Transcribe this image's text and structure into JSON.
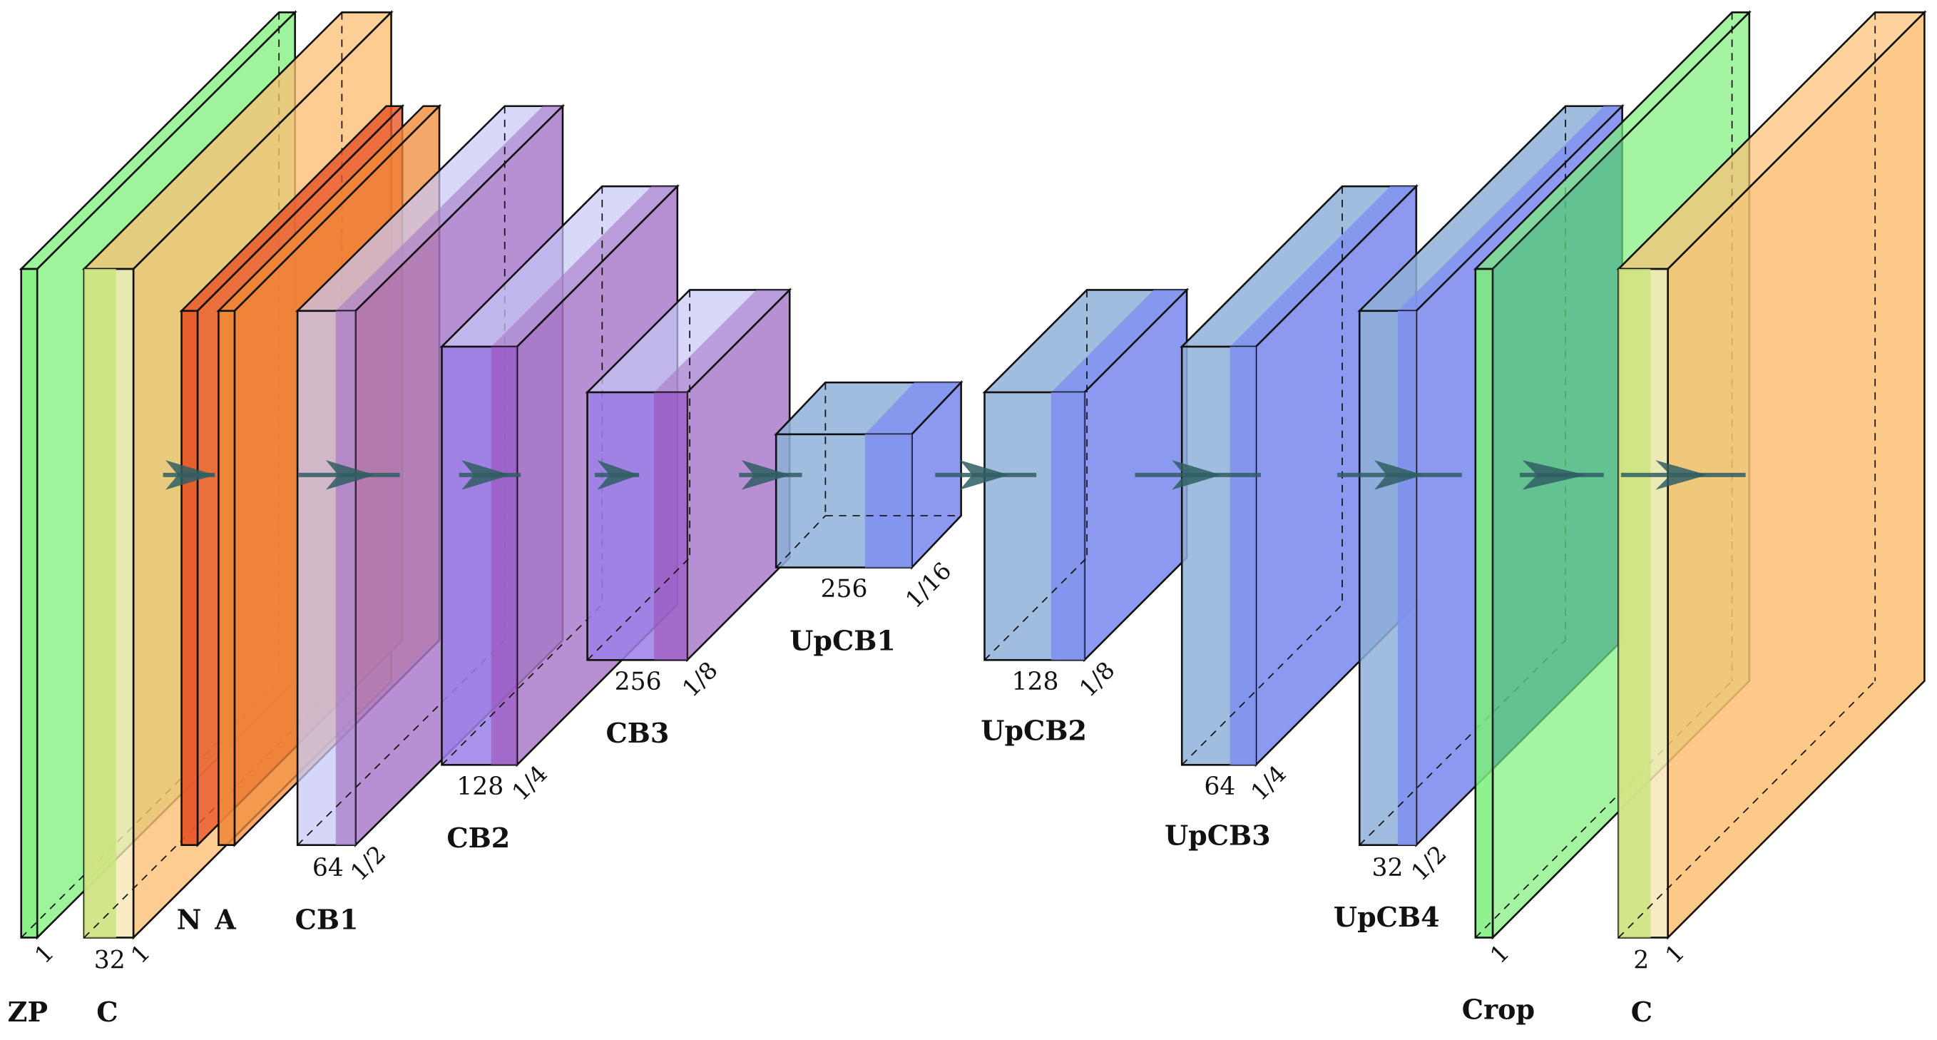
{
  "colors": {
    "zeropad": "#7df07a",
    "conv": "#fdbf74",
    "conv_tint": "#f8e7b6",
    "norm": "#e8582a",
    "act": "#f08a3a",
    "cb_face": "#a678c8",
    "cb_tint": "#c8c8f7",
    "up_face": "#7f8ef0",
    "up_tint": "#8fb0d8",
    "crop": "#4fbf8a",
    "arrow": "#2f5e63",
    "edge": "#111111"
  },
  "layers": [
    {
      "id": "zp",
      "name": "ZP",
      "dims": [
        "",
        "1"
      ],
      "color_key": "zeropad"
    },
    {
      "id": "c1",
      "name": "C",
      "dims": [
        "32",
        "1"
      ],
      "color_key": "conv"
    },
    {
      "id": "n",
      "name": "N",
      "dims": [
        "",
        ""
      ],
      "color_key": "norm"
    },
    {
      "id": "a",
      "name": "A",
      "dims": [
        "",
        ""
      ],
      "color_key": "act"
    },
    {
      "id": "cb1",
      "name": "CB1",
      "dims": [
        "64",
        "1/2"
      ],
      "color_key": "cb_face"
    },
    {
      "id": "cb2",
      "name": "CB2",
      "dims": [
        "128",
        "1/4"
      ],
      "color_key": "cb_face"
    },
    {
      "id": "cb3",
      "name": "CB3",
      "dims": [
        "256",
        "1/8"
      ],
      "color_key": "cb_face"
    },
    {
      "id": "upcb1",
      "name": "UpCB1",
      "dims": [
        "256",
        "1/16"
      ],
      "color_key": "up_face"
    },
    {
      "id": "upcb2",
      "name": "UpCB2",
      "dims": [
        "128",
        "1/8"
      ],
      "color_key": "up_face"
    },
    {
      "id": "upcb3",
      "name": "UpCB3",
      "dims": [
        "64",
        "1/4"
      ],
      "color_key": "up_face"
    },
    {
      "id": "upcb4",
      "name": "UpCB4",
      "dims": [
        "32",
        "1/2"
      ],
      "color_key": "up_face"
    },
    {
      "id": "crop",
      "name": "Crop",
      "dims": [
        "",
        "1"
      ],
      "color_key": "zeropad"
    },
    {
      "id": "c2",
      "name": "C",
      "dims": [
        "2",
        "1"
      ],
      "color_key": "conv"
    }
  ]
}
